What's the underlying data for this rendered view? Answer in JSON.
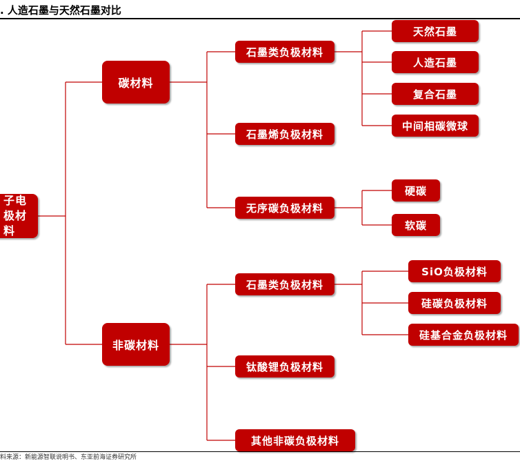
{
  "header": {
    "title": ". 人造石墨与天然石墨对比"
  },
  "footer": {
    "source": "料来源：新能源智联说明书、东亚前海证券研究所"
  },
  "colors": {
    "node_fill": "#c00000",
    "node_text": "#ffffff",
    "connector": "#c00000"
  },
  "tree": {
    "root": "子电\n极材\n料",
    "level1": {
      "carbon": "碳材料",
      "noncarbon": "非碳材料"
    },
    "carbon_children": {
      "graphite": "石墨类负极材料",
      "graphene": "石墨烯负极材料",
      "disordered": "无序碳负极材料"
    },
    "graphite_children": [
      "天然石墨",
      "人造石墨",
      "复合石墨",
      "中间相碳微球"
    ],
    "disordered_children": [
      "硬碳",
      "软碳"
    ],
    "noncarbon_children": {
      "graphite": "石墨类负极材料",
      "titanate": "钛酸锂负极材料",
      "other": "其他非碳负极材料"
    },
    "silicon_children": [
      "SiO负极材料",
      "硅碳负极材料",
      "硅基合金负极材料"
    ]
  }
}
